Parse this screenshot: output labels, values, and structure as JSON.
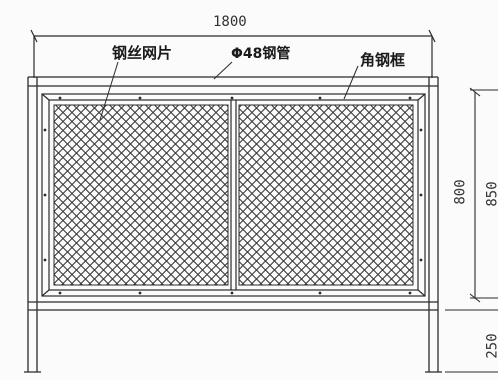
{
  "labels": {
    "mesh": "钢丝网片",
    "pipe": "Φ48钢管",
    "angle": "角钢框"
  },
  "dimensions": {
    "width": "1800",
    "panel_height": "800",
    "upper_height": "850",
    "lower_height": "250"
  },
  "colors": {
    "line": "#2b2b2b",
    "mesh": "#3a3a3a",
    "background": "#fbfbfb"
  }
}
